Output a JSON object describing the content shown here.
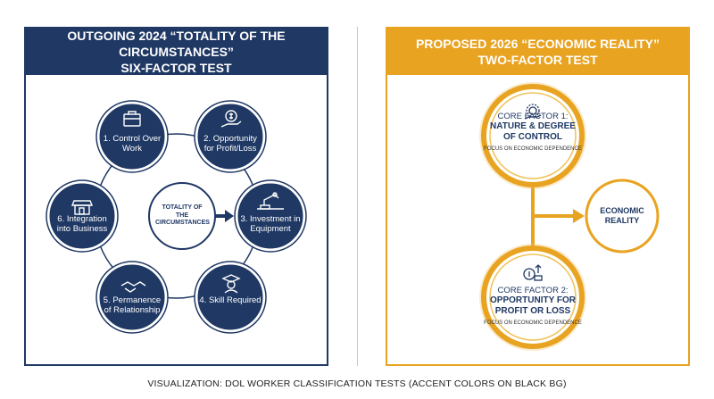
{
  "left": {
    "title_line1": "OUTGOING 2024 “TOTALITY OF THE CIRCUMSTANCES”",
    "title_line2": "SIX-FACTOR TEST",
    "center_label": "TOTALITY OF THE CIRCUMSTANCES",
    "factors": [
      {
        "label": "1. Control Over Work",
        "icon": "briefcase-icon"
      },
      {
        "label": "2. Opportunity for Profit/Loss",
        "icon": "money-hand-icon"
      },
      {
        "label": "3. Investment in Equipment",
        "icon": "robot-arm-icon"
      },
      {
        "label": "4. Skill Required",
        "icon": "graduate-icon"
      },
      {
        "label": "5. Permanence of Relationship",
        "icon": "handshake-icon"
      },
      {
        "label": "6. Integration into Business",
        "icon": "storefront-icon"
      }
    ]
  },
  "right": {
    "title_line1": "PROPOSED 2026 “ECONOMIC REALITY”",
    "title_line2": "TWO-FACTOR TEST",
    "core1": {
      "title": "CORE FACTOR 1:",
      "name": "NATURE & DEGREE OF CONTROL",
      "note": "FOCUS ON ECONOMIC DEPENDENCE",
      "icon": "gear-hand-icon"
    },
    "core2": {
      "title": "CORE FACTOR 2:",
      "name": "OPPORTUNITY FOR PROFIT OR LOSS",
      "note": "FOCUS ON ECONOMIC DEPENDENCE",
      "icon": "coins-arrow-icon"
    },
    "result": "ECONOMIC REALITY"
  },
  "footer": "VISUALIZATION: DOL WORKER CLASSIFICATION TESTS (ACCENT COLORS ON BLACK BG)",
  "colors": {
    "navy": "#1f3864",
    "gold": "#e8a321"
  }
}
